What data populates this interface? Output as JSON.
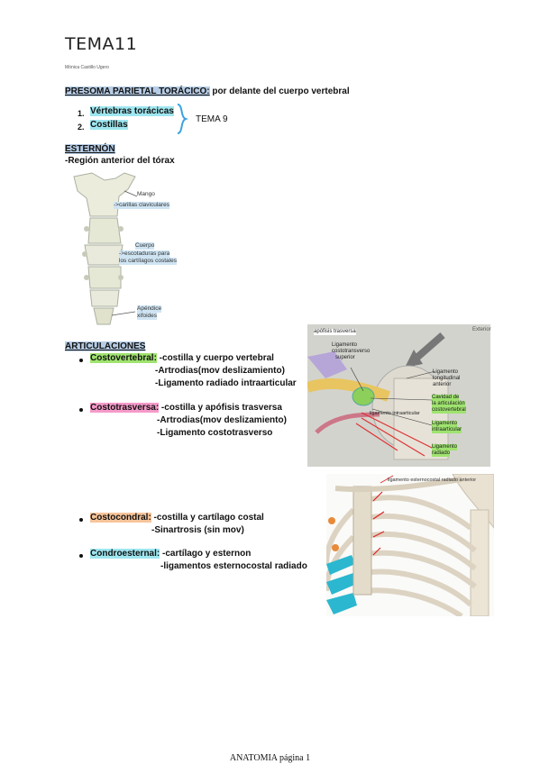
{
  "title": "TEMA11",
  "author": "Mónica Castillo Ugero",
  "presoma": {
    "heading": "PRESOMA PARIETAL TORÁCICO:",
    "rest": " por delante del cuerpo vertebral"
  },
  "list": [
    {
      "num": "1.",
      "text": "Vértebras torácicas"
    },
    {
      "num": "2.",
      "text": "Costillas"
    }
  ],
  "tema_ref": "TEMA 9",
  "esternon": {
    "heading": "ESTERNÓN",
    "subtitle": "-Región anterior del tórax"
  },
  "sternum_labels": {
    "mango": "Mango",
    "mango_note": "->carillas claviculares",
    "cuerpo": "Cuerpo",
    "cuerpo_note1": "->escotaduras para",
    "cuerpo_note2": "los cartílagos costales",
    "apendice1": "Apéndice",
    "apendice2": "xifoides"
  },
  "articulaciones": {
    "heading": "ARTICULACIONES",
    "items": [
      {
        "name": "Costovertebral:",
        "desc": " -costilla y cuerpo vertebral",
        "lines": [
          "-Artrodias(mov deslizamiento)",
          "-Ligamento radiado intraarticular"
        ]
      },
      {
        "name": "Costotrasversa:",
        "desc": " -costilla y apófisis trasversa",
        "lines": [
          "-Artrodias(mov deslizamiento)",
          "-Ligamento costotrasverso"
        ]
      },
      {
        "name": "Costocondral:",
        "desc": " -costilla y cartílago costal",
        "lines": [
          "-Sinartrosis (sin mov)"
        ]
      },
      {
        "name": "Condroesternal:",
        "desc": " -cartílago y esternon",
        "lines": [
          "-ligamentos esternocostal radiado"
        ]
      }
    ]
  },
  "anat1_labels": {
    "exterior": "Exterior",
    "apofisis": "apófisis trasversa",
    "lig_cost1": "Ligamento",
    "lig_cost2": "costotransverso",
    "lig_cost3": "superior",
    "lig_long1": "Ligamento",
    "lig_long2": "longitudinal",
    "lig_long3": "anterior",
    "cavidad1": "Cavidad de",
    "cavidad2": "la articulación",
    "cavidad3": "costovertebral",
    "intra_small": "ligamento intraarticular",
    "lig_intra1": "Ligamento",
    "lig_intra2": "intraarticular",
    "lig_rad1": "Ligamento",
    "lig_rad2": "radiado"
  },
  "anat2_label": "ligamento esternocostal radiado anterior",
  "footer": "ANATOMIA página 1",
  "colors": {
    "blue": "#b7cde6",
    "green": "#9fe36f",
    "pink": "#f59ac9",
    "peach": "#f7c49a",
    "cyan": "#9ee6f0"
  }
}
